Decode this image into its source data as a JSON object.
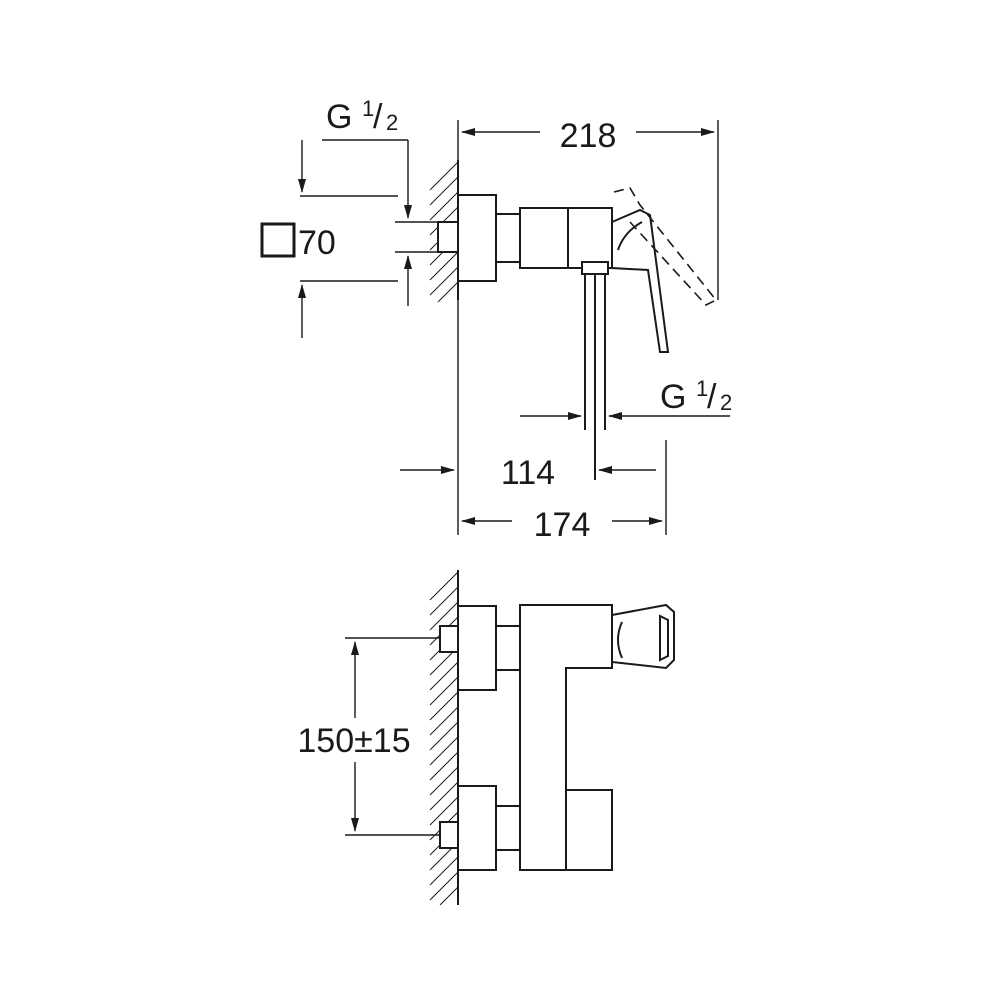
{
  "dimensions": {
    "top_width": "218",
    "mid_offset": "114",
    "overall_depth": "174",
    "inlet_spacing": "150±15",
    "square_size": "70"
  },
  "thread_top": {
    "letter": "G",
    "num": "1",
    "slash": "/",
    "den": "2"
  },
  "thread_side": {
    "letter": "G",
    "num": "1",
    "slash": "/",
    "den": "2"
  },
  "icons": {
    "square_symbol": "square-outline-icon"
  }
}
